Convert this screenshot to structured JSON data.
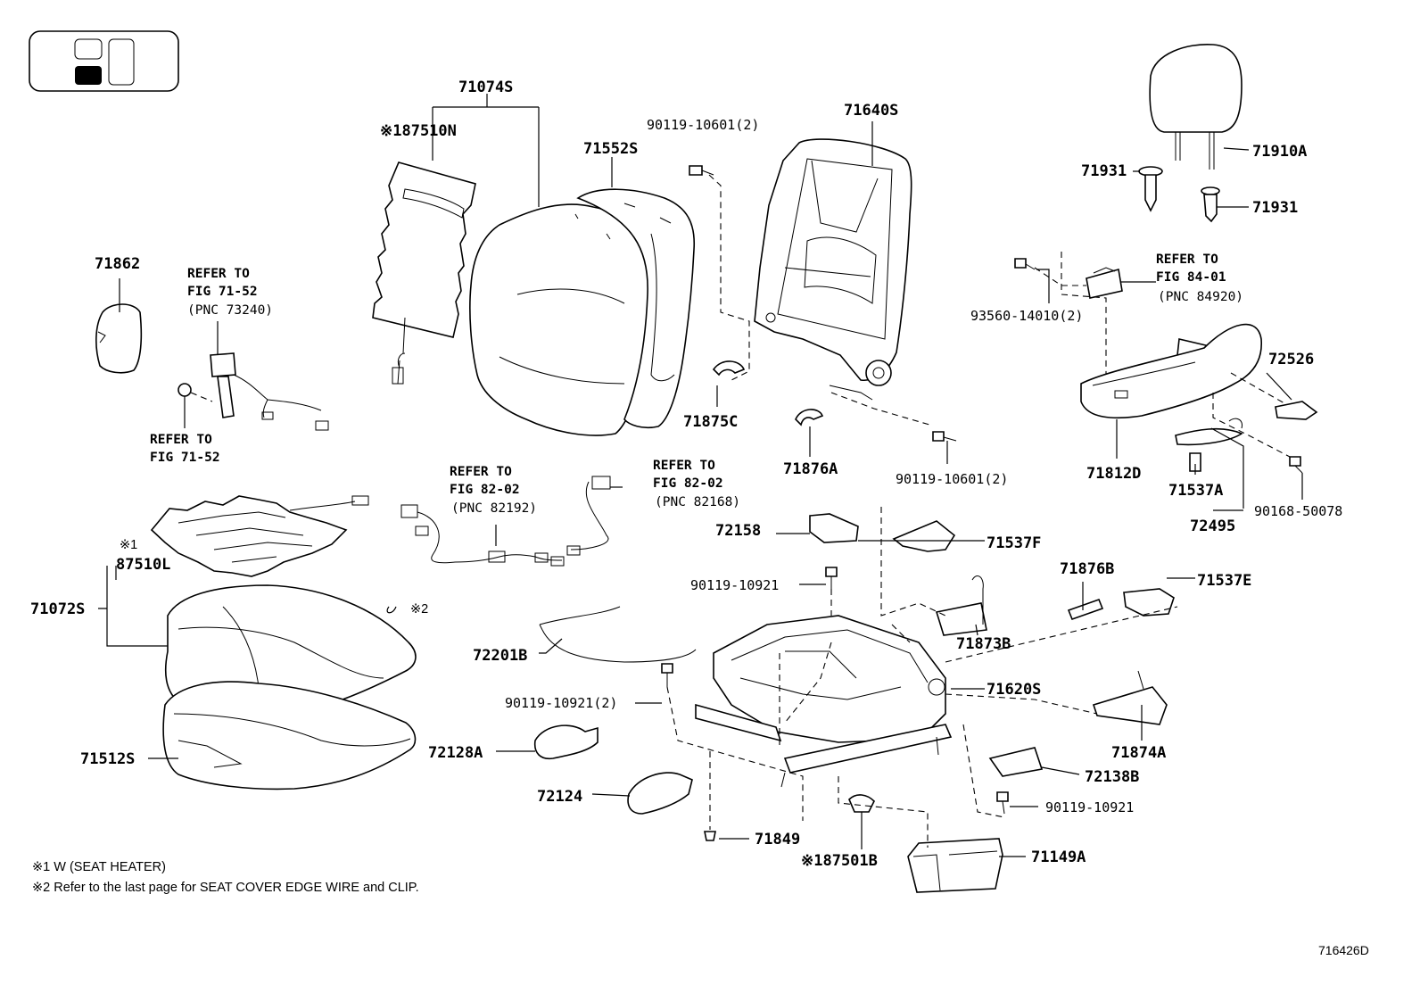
{
  "labels": {
    "p71074S": "71074S",
    "p187510N": "※187510N",
    "p71552S": "71552S",
    "p90119_10601_top": "90119-10601(2)",
    "p71640S": "71640S",
    "p71910A": "71910A",
    "p71931a": "71931",
    "p71931b": "71931",
    "p71862": "71862",
    "ref7152a_1": "REFER TO",
    "ref7152a_2": "FIG 71-52",
    "ref7152a_3": "(PNC 73240)",
    "ref7152b_1": "REFER TO",
    "ref7152b_2": "FIG 71-52",
    "ref8401_1": "REFER TO",
    "ref8401_2": "FIG 84-01",
    "ref8401_3": "(PNC 84920)",
    "p93560": "93560-14010(2)",
    "p72526": "72526",
    "p71875C": "71875C",
    "p71876A": "71876A",
    "p90119_10601_mid": "90119-10601(2)",
    "p71812D": "71812D",
    "p71537A": "71537A",
    "p72495": "72495",
    "p90168": "90168-50078",
    "ref8202a_1": "REFER TO",
    "ref8202a_2": "FIG 82-02",
    "ref8202a_3": "(PNC 82192)",
    "ref8202b_1": "REFER TO",
    "ref8202b_2": "FIG 82-02",
    "ref8202b_3": "(PNC 82168)",
    "star1": "※1",
    "p87510L": "87510L",
    "p71072S": "71072S",
    "star2": "※2",
    "p72158": "72158",
    "p71537F": "71537F",
    "p90119_10921_a": "90119-10921",
    "p71876B": "71876B",
    "p71537E": "71537E",
    "p71873B": "71873B",
    "p72201B": "72201B",
    "p71620S": "71620S",
    "p90119_10921_b": "90119-10921(2)",
    "p72128A": "72128A",
    "p71512S": "71512S",
    "p71874A": "71874A",
    "p72138B": "72138B",
    "p72124": "72124",
    "p90119_10921_c": "90119-10921",
    "p71849": "71849",
    "p187501B": "※187501B",
    "p71149A": "71149A"
  },
  "notes": {
    "note1": "※1 W (SEAT HEATER)",
    "note2": "※2  Refer to the last page for SEAT COVER EDGE WIRE and CLIP."
  },
  "figure_code": "716426D"
}
